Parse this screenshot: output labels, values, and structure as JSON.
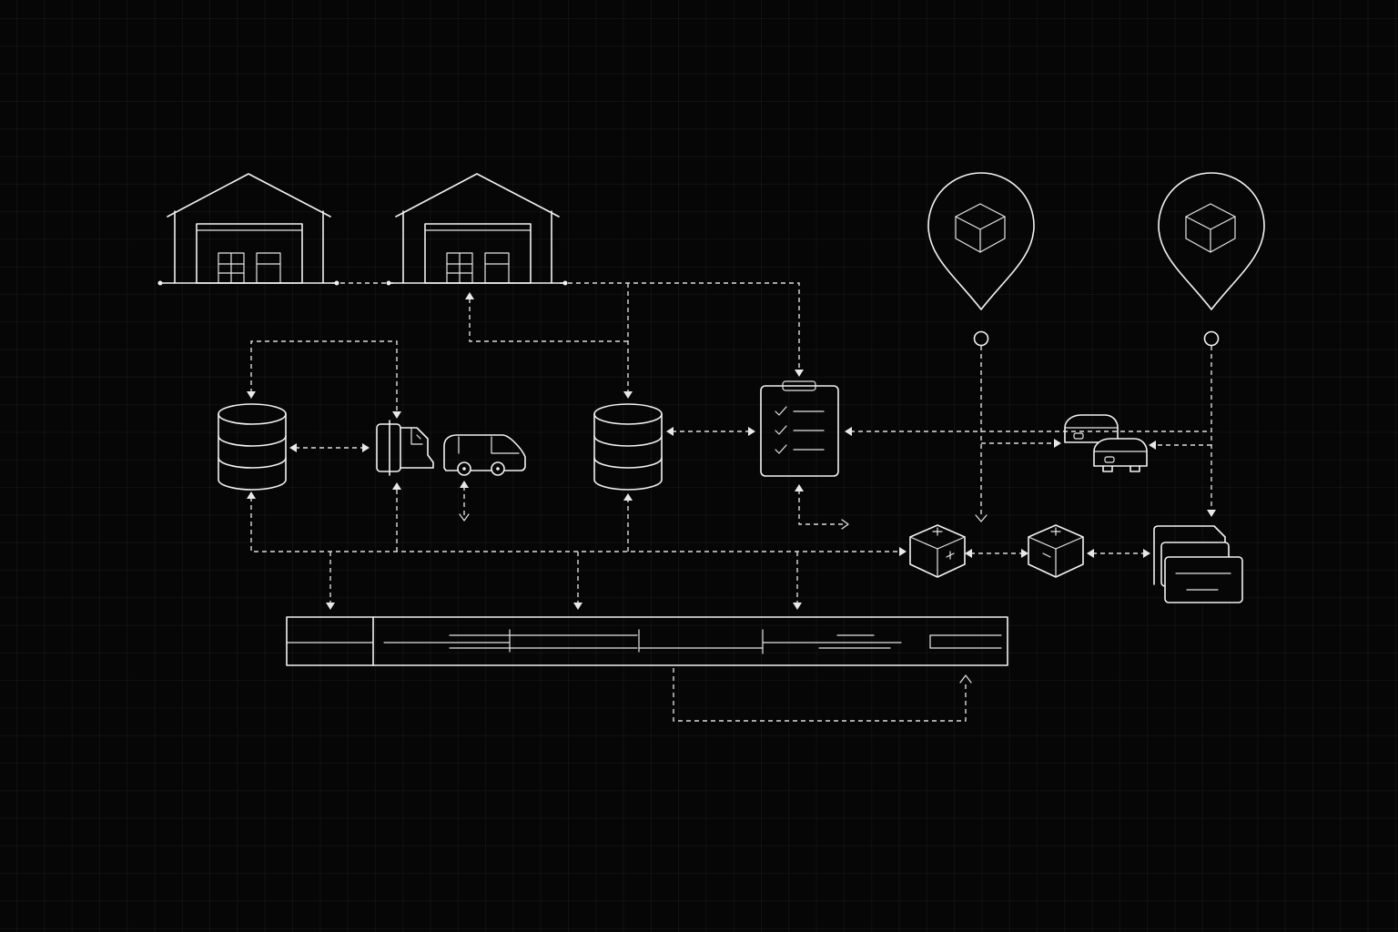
{
  "diagram": {
    "background": "#060606",
    "stroke_color": "#f2f2f2",
    "grid_color": "#1a1a1a",
    "nodes": [
      {
        "id": "warehouse-1",
        "icon": "warehouse-icon"
      },
      {
        "id": "warehouse-2",
        "icon": "warehouse-icon"
      },
      {
        "id": "location-pin-1",
        "icon": "location-pin-package-icon"
      },
      {
        "id": "location-pin-2",
        "icon": "location-pin-package-icon"
      },
      {
        "id": "database-1",
        "icon": "database-icon"
      },
      {
        "id": "fuel-pump",
        "icon": "fuel-pump-icon"
      },
      {
        "id": "delivery-van",
        "icon": "van-icon"
      },
      {
        "id": "database-2",
        "icon": "database-icon"
      },
      {
        "id": "checklist",
        "icon": "clipboard-checklist-icon"
      },
      {
        "id": "vehicles",
        "icon": "cars-icon"
      },
      {
        "id": "package-1",
        "icon": "package-box-icon"
      },
      {
        "id": "package-2",
        "icon": "package-box-icon"
      },
      {
        "id": "documents",
        "icon": "document-stack-icon"
      },
      {
        "id": "timeline-bar",
        "icon": "timeline-table-icon"
      }
    ]
  }
}
